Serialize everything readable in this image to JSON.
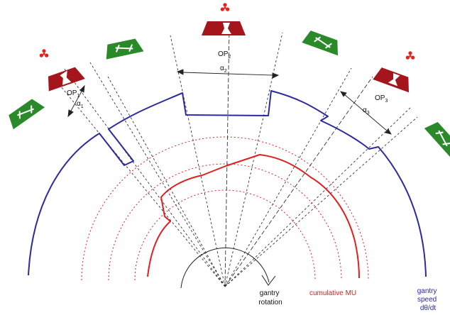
{
  "colors": {
    "gantry_speed": "#2b2b9e",
    "cumulative_mu": "#e02020",
    "collimator_red": "#a5161c",
    "collimator_green": "#2a8a2a",
    "construction": "#333333",
    "radiation": "#e8201c"
  },
  "labels": {
    "op1": {
      "main": "OP",
      "sub": "1"
    },
    "op2": {
      "main": "OP",
      "sub": "2"
    },
    "op3": {
      "main": "OP",
      "sub": "3"
    },
    "alpha1": {
      "main": "α",
      "sub": "1"
    },
    "alpha2": {
      "main": "α",
      "sub": "2"
    },
    "alpha3": {
      "main": "α",
      "sub": "3"
    },
    "gantry_rotation": [
      "gantry",
      "rotation"
    ],
    "cumulative_mu": "cumulative MU",
    "gantry_speed": [
      "gantry",
      "speed",
      "dθ/dt"
    ]
  },
  "icons": {
    "radiation": "radiation-trefoil-icon",
    "rotation": "rotation-arrow-icon"
  }
}
